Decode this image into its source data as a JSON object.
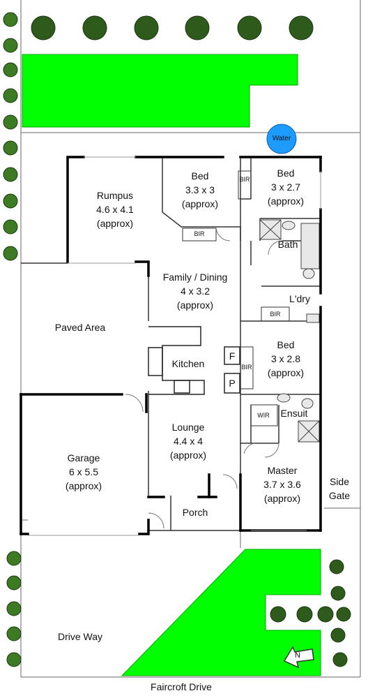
{
  "rooms": {
    "rumpus": "Rumpus\n4.6 x 4.1\n(approx)",
    "bed1": "Bed\n3.3 x 3\n(approx)",
    "bed2": "Bed\n3 x 2.7\n(approx)",
    "bath": "Bath",
    "family": "Family / Dining\n4 x 3.2\n(approx)",
    "laundry": "L'dry",
    "paved": "Paved Area",
    "kitchen": "Kitchen",
    "bed3": "Bed\n3 x 2.8\n(approx)",
    "ensuit": "Ensuit",
    "lounge": "Lounge\n4.4 x 4\n(approx)",
    "garage": "Garage\n6 x 5.5\n(approx)",
    "master": "Master\n3.7 x 3.6\n(approx)",
    "side_gate": "Side\nGate",
    "porch": "Porch",
    "driveway": "Drive Way",
    "street": "Faircroft Drive"
  },
  "fixtures": {
    "bir1": "BIR",
    "bir2": "BIR",
    "bir3": "BIR",
    "bir4": "BIR",
    "wir": "WIR",
    "fridge": "F",
    "pantry": "P",
    "water": "Water",
    "north": "N"
  },
  "colors": {
    "lawn": "#00ff00",
    "water_tank": "#1e9bff",
    "wall": "#000000",
    "tree": "#2e5a1c"
  }
}
